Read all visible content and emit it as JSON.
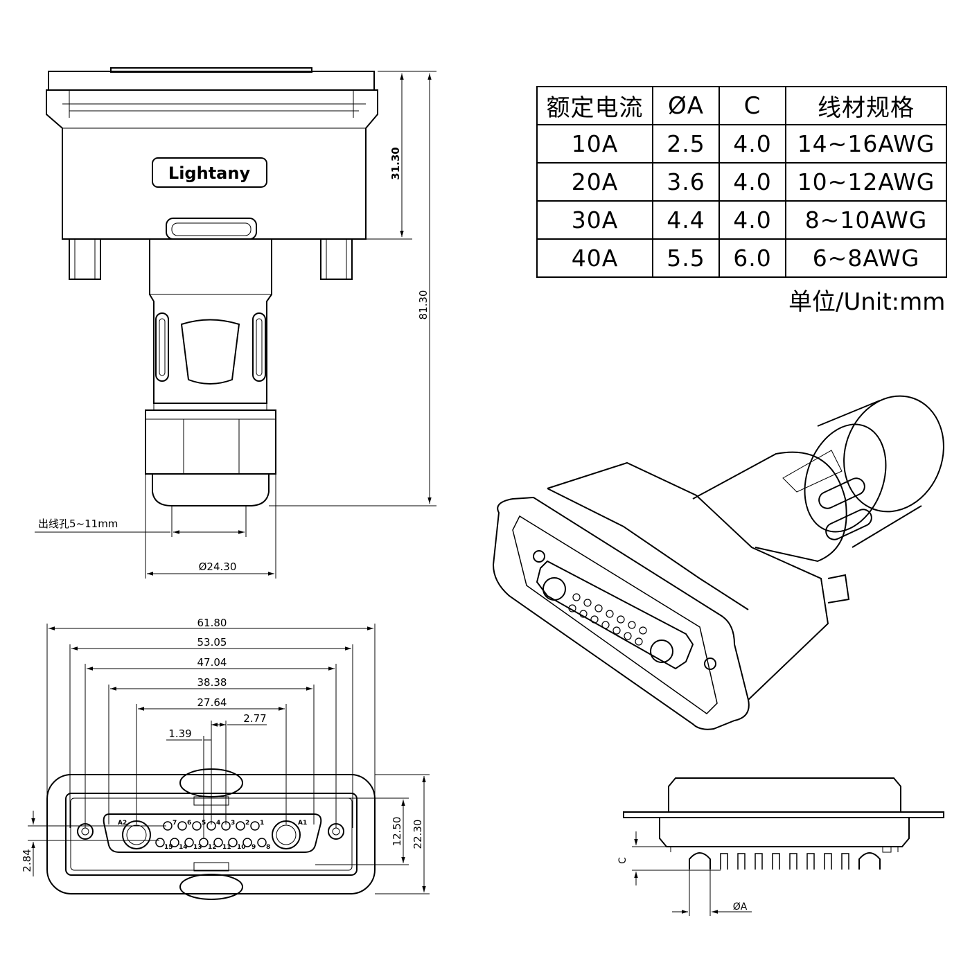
{
  "table": {
    "headers": [
      "额定电流",
      "ØA",
      "C",
      "线材规格"
    ],
    "rows": [
      [
        "10A",
        "2.5",
        "4.0",
        "14~16AWG"
      ],
      [
        "20A",
        "3.6",
        "4.0",
        "10~12AWG"
      ],
      [
        "30A",
        "4.4",
        "4.0",
        "8~10AWG"
      ],
      [
        "40A",
        "5.5",
        "6.0",
        "6~8AWG"
      ]
    ]
  },
  "unit_note": "单位/Unit:mm",
  "brand_logo": "Lightany",
  "dimensions": {
    "height_top": "31.30",
    "height_total": "81.30",
    "outlet_hole": "出线孔5~11mm",
    "outlet_diameter": "Ø24.30",
    "w1": "61.80",
    "w2": "53.05",
    "w3": "47.04",
    "w4": "38.38",
    "w5": "27.64",
    "w6": "2.77",
    "w7": "1.39",
    "h_front": "22.30",
    "h_inner": "12.50",
    "h_small": "2.84",
    "c_label": "C",
    "a_label": "ØA"
  },
  "pin_labels": {
    "top_row": [
      "A2",
      "7",
      "6",
      "5",
      "4",
      "3",
      "2",
      "1",
      "A1"
    ],
    "bottom_row": [
      "15",
      "14",
      "13",
      "12",
      "11",
      "10",
      "9",
      "8"
    ]
  }
}
